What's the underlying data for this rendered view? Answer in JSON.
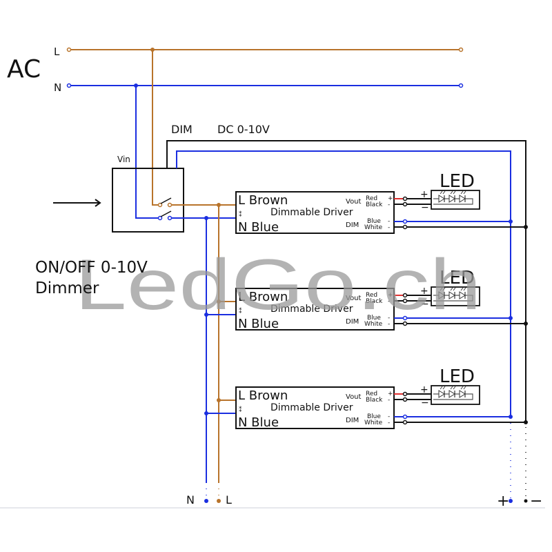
{
  "ac": {
    "title": "AC",
    "line_label": "L",
    "neutral_label": "N"
  },
  "dimmer": {
    "vin_label": "Vin",
    "dim_label": "DIM",
    "dc_label": "DC 0-10V",
    "caption_line1": "ON/OFF 0-10V",
    "caption_line2": "Dimmer"
  },
  "drivers": [
    {
      "l_label": "L Brown",
      "n_label": "N Blue",
      "name": "Dimmable Driver",
      "vout_label": "Vout",
      "dim_label": "DIM",
      "red_label": "Red",
      "black_label": "Black",
      "blue_label": "Blue",
      "white_label": "White",
      "plus": "+",
      "minus": "-",
      "led_title": "LED",
      "led_plus": "+",
      "led_minus": "−"
    },
    {
      "l_label": "L Brown",
      "n_label": "N Blue",
      "name": "Dimmable Driver",
      "vout_label": "Vout",
      "dim_label": "DIM",
      "red_label": "Red",
      "black_label": "Black",
      "blue_label": "Blue",
      "white_label": "White",
      "plus": "+",
      "minus": "-",
      "led_title": "LED",
      "led_plus": "+",
      "led_minus": "−"
    },
    {
      "l_label": "L Brown",
      "n_label": "N Blue",
      "name": "Dimmable Driver",
      "vout_label": "Vout",
      "dim_label": "DIM",
      "red_label": "Red",
      "black_label": "Black",
      "blue_label": "Blue",
      "white_label": "White",
      "plus": "+",
      "minus": "-",
      "led_title": "LED",
      "led_plus": "+",
      "led_minus": "−"
    }
  ],
  "bottom": {
    "n_label": "N",
    "l_label": "L",
    "plus_label": "+",
    "minus_label": "−"
  },
  "watermark": "LedGo.ch",
  "colors": {
    "line_brown": "#b8732a",
    "neutral_blue": "#1a2ee0",
    "dim_black": "#111111",
    "red_wire": "#e03030",
    "watermark": "#9a9a9a"
  }
}
